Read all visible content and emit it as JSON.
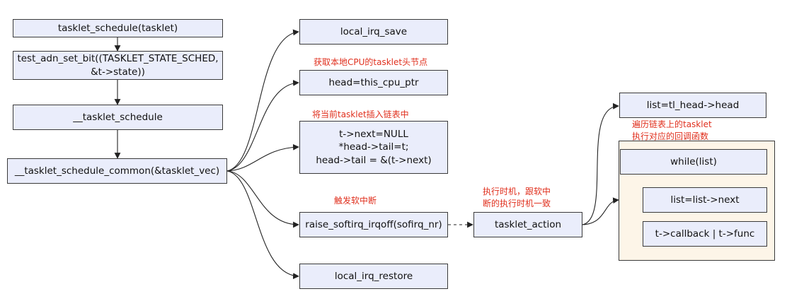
{
  "boxes": {
    "tasklet_schedule": "tasklet_schedule(tasklet)",
    "test_set_bit_line1": "test_adn_set_bit((TASKLET_STATE_SCHED,",
    "test_set_bit_line2": "&t->state))",
    "tasklet_schedule_inner": "__tasklet_schedule",
    "tasklet_schedule_common": "__tasklet_schedule_common(&tasklet_vec)",
    "local_irq_save": "local_irq_save",
    "head_this_cpu": "head=this_cpu_ptr",
    "insert_line1": "t->next=NULL",
    "insert_line2": "*head->tail=t;",
    "insert_line3": "head->tail = &(t->next)",
    "raise_softirq": "raise_softirq_irqoff(sofirq_nr)",
    "local_irq_restore": "local_irq_restore",
    "tasklet_action": "tasklet_action",
    "list_head": "list=tl_head->head",
    "while_list": "while(list)",
    "list_next": "list=list->next",
    "callback": "t->callback | t->func"
  },
  "notes": {
    "get_head": "获取本地CPU的tasklet头节点",
    "insert": "将当前tasklet插入链表中",
    "trigger": "触发软中断",
    "timing_line1": "执行时机，跟软中",
    "timing_line2": "断的执行时机一致",
    "traverse_line1": "遍历链表上的tasklet",
    "traverse_line2": "执行对应的回调函数"
  },
  "colors": {
    "box_fill": "#eaedfb",
    "container_fill": "#fdf5e8",
    "note_text": "#e0301e",
    "line": "#222222"
  }
}
